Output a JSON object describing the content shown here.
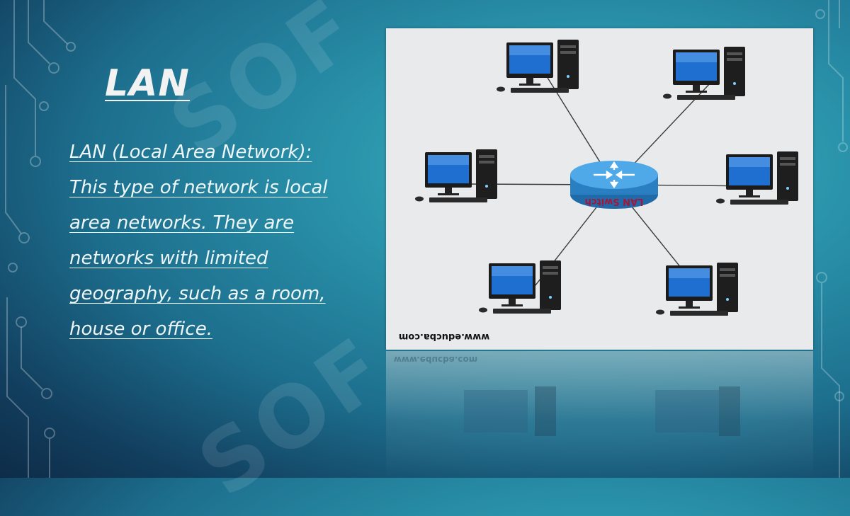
{
  "slide": {
    "title": "LAN",
    "body": "LAN (Local Area Network): This type of network is local area networks. They are networks with limited geography, such as a room, house or office."
  },
  "diagram": {
    "hub_label": "LAN Switch",
    "credit": "www.educba.com",
    "computer_count": 6
  },
  "watermark": {
    "text": "SOF"
  },
  "colors": {
    "panel_bg": "#e9eaeb",
    "switch_blue": "#2f8fd6",
    "label_red": "#a8153a",
    "screen_blue": "#1f6fd0"
  }
}
